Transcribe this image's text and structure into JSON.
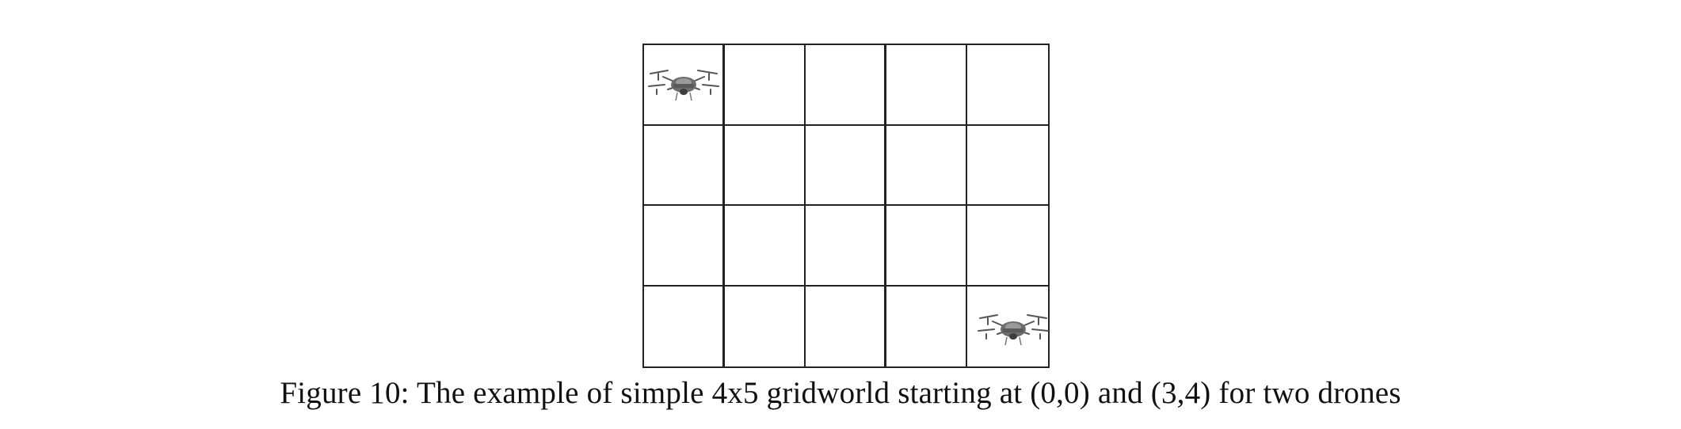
{
  "figure": {
    "grid": {
      "rows": 4,
      "cols": 5,
      "drone_positions": [
        [
          0,
          0
        ],
        [
          3,
          4
        ]
      ]
    },
    "caption": "Figure 10: The example of simple 4x5 gridworld starting at (0,0) and (3,4) for two drones",
    "icon": "drone-icon"
  }
}
